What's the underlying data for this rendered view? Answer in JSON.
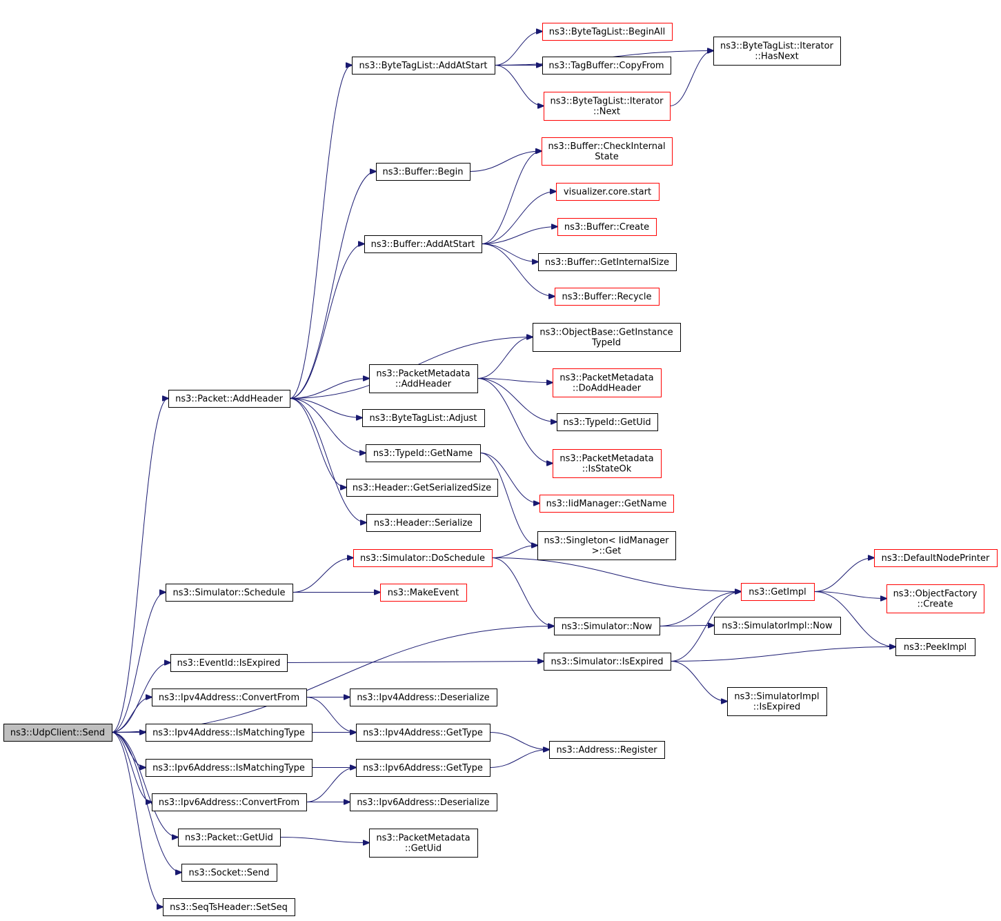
{
  "colors": {
    "edge": "#191970",
    "normal_border": "#000000",
    "unresolved_border": "#ff0000",
    "root_fill": "#bfbfbf"
  },
  "nodes": [
    {
      "id": "send",
      "lines": [
        "ns3::UdpClient::Send"
      ],
      "style": "root"
    },
    {
      "id": "addheader",
      "lines": [
        "ns3::Packet::AddHeader"
      ],
      "style": "normal"
    },
    {
      "id": "btl_addatstart",
      "lines": [
        "ns3::ByteTagList::AddAtStart"
      ],
      "style": "normal"
    },
    {
      "id": "btl_beginall",
      "lines": [
        "ns3::ByteTagList::BeginAll"
      ],
      "style": "red"
    },
    {
      "id": "tagbuffer_copyfrom",
      "lines": [
        "ns3::TagBuffer::CopyFrom"
      ],
      "style": "normal"
    },
    {
      "id": "btl_iter_next",
      "lines": [
        "ns3::ByteTagList::Iterator",
        "::Next"
      ],
      "style": "red"
    },
    {
      "id": "btl_iter_hasnext",
      "lines": [
        "ns3::ByteTagList::Iterator",
        "::HasNext"
      ],
      "style": "normal"
    },
    {
      "id": "buffer_begin",
      "lines": [
        "ns3::Buffer::Begin"
      ],
      "style": "normal"
    },
    {
      "id": "buffer_checkinternal",
      "lines": [
        "ns3::Buffer::CheckInternal",
        "State"
      ],
      "style": "red"
    },
    {
      "id": "buffer_addatstart",
      "lines": [
        "ns3::Buffer::AddAtStart"
      ],
      "style": "normal"
    },
    {
      "id": "vis_start",
      "lines": [
        "visualizer.core.start"
      ],
      "style": "red"
    },
    {
      "id": "buffer_create",
      "lines": [
        "ns3::Buffer::Create"
      ],
      "style": "red"
    },
    {
      "id": "buffer_getinternalsize",
      "lines": [
        "ns3::Buffer::GetInternalSize"
      ],
      "style": "normal"
    },
    {
      "id": "buffer_recycle",
      "lines": [
        "ns3::Buffer::Recycle"
      ],
      "style": "red"
    },
    {
      "id": "objbase_getinstancetypeid",
      "lines": [
        "ns3::ObjectBase::GetInstance",
        "TypeId"
      ],
      "style": "normal"
    },
    {
      "id": "pm_addheader",
      "lines": [
        "ns3::PacketMetadata",
        "::AddHeader"
      ],
      "style": "normal"
    },
    {
      "id": "pm_doaddheader",
      "lines": [
        "ns3::PacketMetadata",
        "::DoAddHeader"
      ],
      "style": "red"
    },
    {
      "id": "typeid_getuid",
      "lines": [
        "ns3::TypeId::GetUid"
      ],
      "style": "normal"
    },
    {
      "id": "pm_isstateok",
      "lines": [
        "ns3::PacketMetadata",
        "::IsStateOk"
      ],
      "style": "red"
    },
    {
      "id": "btl_adjust",
      "lines": [
        "ns3::ByteTagList::Adjust"
      ],
      "style": "normal"
    },
    {
      "id": "typeid_getname",
      "lines": [
        "ns3::TypeId::GetName"
      ],
      "style": "normal"
    },
    {
      "id": "iid_getname",
      "lines": [
        "ns3::IidManager::GetName"
      ],
      "style": "red"
    },
    {
      "id": "header_getserializedsize",
      "lines": [
        "ns3::Header::GetSerializedSize"
      ],
      "style": "normal"
    },
    {
      "id": "header_serialize",
      "lines": [
        "ns3::Header::Serialize"
      ],
      "style": "normal"
    },
    {
      "id": "singleton_get",
      "lines": [
        "ns3::Singleton< IidManager",
        ">::Get"
      ],
      "style": "normal"
    },
    {
      "id": "sim_doschedule",
      "lines": [
        "ns3::Simulator::DoSchedule"
      ],
      "style": "red"
    },
    {
      "id": "sim_schedule",
      "lines": [
        "ns3::Simulator::Schedule"
      ],
      "style": "normal"
    },
    {
      "id": "makeevent",
      "lines": [
        "ns3::MakeEvent"
      ],
      "style": "red"
    },
    {
      "id": "getimpl",
      "lines": [
        "ns3::GetImpl"
      ],
      "style": "red"
    },
    {
      "id": "defaultnodeprinter",
      "lines": [
        "ns3::DefaultNodePrinter"
      ],
      "style": "red"
    },
    {
      "id": "objfactory_create",
      "lines": [
        "ns3::ObjectFactory",
        "::Create"
      ],
      "style": "red"
    },
    {
      "id": "sim_now",
      "lines": [
        "ns3::Simulator::Now"
      ],
      "style": "normal"
    },
    {
      "id": "simimpl_now",
      "lines": [
        "ns3::SimulatorImpl::Now"
      ],
      "style": "normal"
    },
    {
      "id": "peekimpl",
      "lines": [
        "ns3::PeekImpl"
      ],
      "style": "normal"
    },
    {
      "id": "eventid_isexpired",
      "lines": [
        "ns3::EventId::IsExpired"
      ],
      "style": "normal"
    },
    {
      "id": "sim_isexpired",
      "lines": [
        "ns3::Simulator::IsExpired"
      ],
      "style": "normal"
    },
    {
      "id": "simimpl_isexpired",
      "lines": [
        "ns3::SimulatorImpl",
        "::IsExpired"
      ],
      "style": "normal"
    },
    {
      "id": "ipv4_convertfrom",
      "lines": [
        "ns3::Ipv4Address::ConvertFrom"
      ],
      "style": "normal"
    },
    {
      "id": "ipv4_deserialize",
      "lines": [
        "ns3::Ipv4Address::Deserialize"
      ],
      "style": "normal"
    },
    {
      "id": "ipv4_ismatchingtype",
      "lines": [
        "ns3::Ipv4Address::IsMatchingType"
      ],
      "style": "normal"
    },
    {
      "id": "ipv4_gettype",
      "lines": [
        "ns3::Ipv4Address::GetType"
      ],
      "style": "normal"
    },
    {
      "id": "address_register",
      "lines": [
        "ns3::Address::Register"
      ],
      "style": "normal"
    },
    {
      "id": "ipv6_ismatchingtype",
      "lines": [
        "ns3::Ipv6Address::IsMatchingType"
      ],
      "style": "normal"
    },
    {
      "id": "ipv6_gettype",
      "lines": [
        "ns3::Ipv6Address::GetType"
      ],
      "style": "normal"
    },
    {
      "id": "ipv6_convertfrom",
      "lines": [
        "ns3::Ipv6Address::ConvertFrom"
      ],
      "style": "normal"
    },
    {
      "id": "ipv6_deserialize",
      "lines": [
        "ns3::Ipv6Address::Deserialize"
      ],
      "style": "normal"
    },
    {
      "id": "packet_getuid",
      "lines": [
        "ns3::Packet::GetUid"
      ],
      "style": "normal"
    },
    {
      "id": "pm_getuid",
      "lines": [
        "ns3::PacketMetadata",
        "::GetUid"
      ],
      "style": "normal"
    },
    {
      "id": "socket_send",
      "lines": [
        "ns3::Socket::Send"
      ],
      "style": "normal"
    },
    {
      "id": "seqts_setseq",
      "lines": [
        "ns3::SeqTsHeader::SetSeq"
      ],
      "style": "normal"
    }
  ],
  "edges": [
    [
      "send",
      "addheader"
    ],
    [
      "send",
      "sim_schedule"
    ],
    [
      "send",
      "sim_now"
    ],
    [
      "send",
      "eventid_isexpired"
    ],
    [
      "send",
      "ipv4_convertfrom"
    ],
    [
      "send",
      "ipv4_ismatchingtype"
    ],
    [
      "send",
      "ipv6_ismatchingtype"
    ],
    [
      "send",
      "ipv6_convertfrom"
    ],
    [
      "send",
      "packet_getuid"
    ],
    [
      "send",
      "socket_send"
    ],
    [
      "send",
      "seqts_setseq"
    ],
    [
      "addheader",
      "btl_addatstart"
    ],
    [
      "addheader",
      "buffer_begin"
    ],
    [
      "addheader",
      "buffer_addatstart"
    ],
    [
      "addheader",
      "objbase_getinstancetypeid"
    ],
    [
      "addheader",
      "pm_addheader"
    ],
    [
      "addheader",
      "btl_adjust"
    ],
    [
      "addheader",
      "typeid_getname"
    ],
    [
      "addheader",
      "header_getserializedsize"
    ],
    [
      "addheader",
      "header_serialize"
    ],
    [
      "btl_addatstart",
      "btl_iter_hasnext"
    ],
    [
      "btl_addatstart",
      "btl_beginall"
    ],
    [
      "btl_addatstart",
      "tagbuffer_copyfrom"
    ],
    [
      "btl_addatstart",
      "btl_iter_next"
    ],
    [
      "btl_iter_next",
      "btl_iter_hasnext"
    ],
    [
      "buffer_begin",
      "buffer_checkinternal"
    ],
    [
      "buffer_addatstart",
      "buffer_checkinternal"
    ],
    [
      "buffer_addatstart",
      "vis_start"
    ],
    [
      "buffer_addatstart",
      "buffer_create"
    ],
    [
      "buffer_addatstart",
      "buffer_getinternalsize"
    ],
    [
      "buffer_addatstart",
      "buffer_recycle"
    ],
    [
      "pm_addheader",
      "objbase_getinstancetypeid"
    ],
    [
      "pm_addheader",
      "pm_doaddheader"
    ],
    [
      "pm_addheader",
      "typeid_getuid"
    ],
    [
      "pm_addheader",
      "pm_isstateok"
    ],
    [
      "typeid_getname",
      "iid_getname"
    ],
    [
      "typeid_getname",
      "singleton_get"
    ],
    [
      "sim_schedule",
      "sim_doschedule"
    ],
    [
      "sim_schedule",
      "makeevent"
    ],
    [
      "sim_doschedule",
      "singleton_get"
    ],
    [
      "sim_doschedule",
      "getimpl"
    ],
    [
      "sim_doschedule",
      "sim_now"
    ],
    [
      "getimpl",
      "defaultnodeprinter"
    ],
    [
      "getimpl",
      "objfactory_create"
    ],
    [
      "getimpl",
      "peekimpl"
    ],
    [
      "sim_now",
      "getimpl"
    ],
    [
      "sim_now",
      "simimpl_now"
    ],
    [
      "eventid_isexpired",
      "sim_isexpired"
    ],
    [
      "sim_isexpired",
      "getimpl"
    ],
    [
      "sim_isexpired",
      "peekimpl"
    ],
    [
      "sim_isexpired",
      "simimpl_isexpired"
    ],
    [
      "ipv4_convertfrom",
      "ipv4_deserialize"
    ],
    [
      "ipv4_convertfrom",
      "ipv4_gettype"
    ],
    [
      "ipv4_ismatchingtype",
      "ipv4_gettype"
    ],
    [
      "ipv4_gettype",
      "address_register"
    ],
    [
      "ipv6_ismatchingtype",
      "ipv6_gettype"
    ],
    [
      "ipv6_gettype",
      "address_register"
    ],
    [
      "ipv6_convertfrom",
      "ipv6_gettype"
    ],
    [
      "ipv6_convertfrom",
      "ipv6_deserialize"
    ],
    [
      "packet_getuid",
      "pm_getuid"
    ]
  ]
}
